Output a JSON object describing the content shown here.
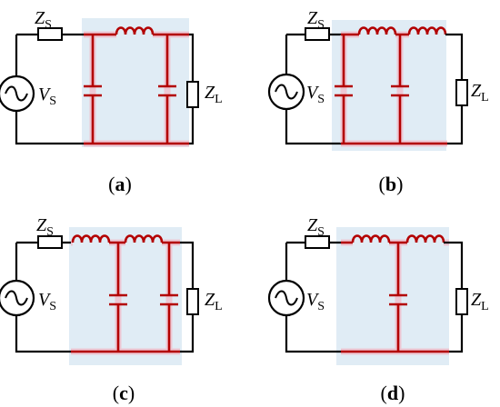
{
  "panels": [
    {
      "id": "a",
      "caption_open": "(",
      "caption_letter": "a",
      "caption_close": ")",
      "zs": "Z",
      "zs_sub": "S",
      "vs": "V",
      "vs_sub": "S",
      "zl": "Z",
      "zl_sub": "L",
      "inductors": 1,
      "capacitors": 2
    },
    {
      "id": "b",
      "caption_open": "(",
      "caption_letter": "b",
      "caption_close": ")",
      "zs": "Z",
      "zs_sub": "S",
      "vs": "V",
      "vs_sub": "S",
      "zl": "Z",
      "zl_sub": "L",
      "inductors": 2,
      "capacitors": 2
    },
    {
      "id": "c",
      "caption_open": "(",
      "caption_letter": "c",
      "caption_close": ")",
      "zs": "Z",
      "zs_sub": "S",
      "vs": "V",
      "vs_sub": "S",
      "zl": "Z",
      "zl_sub": "L",
      "inductors": 2,
      "capacitors": 2
    },
    {
      "id": "d",
      "caption_open": "(",
      "caption_letter": "d",
      "caption_close": ")",
      "zs": "Z",
      "zs_sub": "S",
      "vs": "V",
      "vs_sub": "S",
      "zl": "Z",
      "zl_sub": "L",
      "inductors": 2,
      "capacitors": 1
    }
  ],
  "colors": {
    "wire": "#000000",
    "filter": "#b30000",
    "shade": "#d6e6f1",
    "glow": "#f2b8c6"
  }
}
